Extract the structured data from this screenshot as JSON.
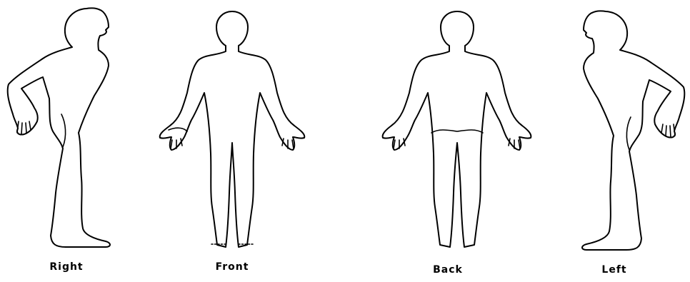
{
  "diagram": {
    "figures": [
      {
        "view": "right",
        "label": "Right"
      },
      {
        "view": "front",
        "label": "Front"
      },
      {
        "view": "back",
        "label": "Back"
      },
      {
        "view": "left",
        "label": "Left"
      }
    ],
    "colors": {
      "outline": "#000000",
      "background": "#ffffff"
    }
  }
}
